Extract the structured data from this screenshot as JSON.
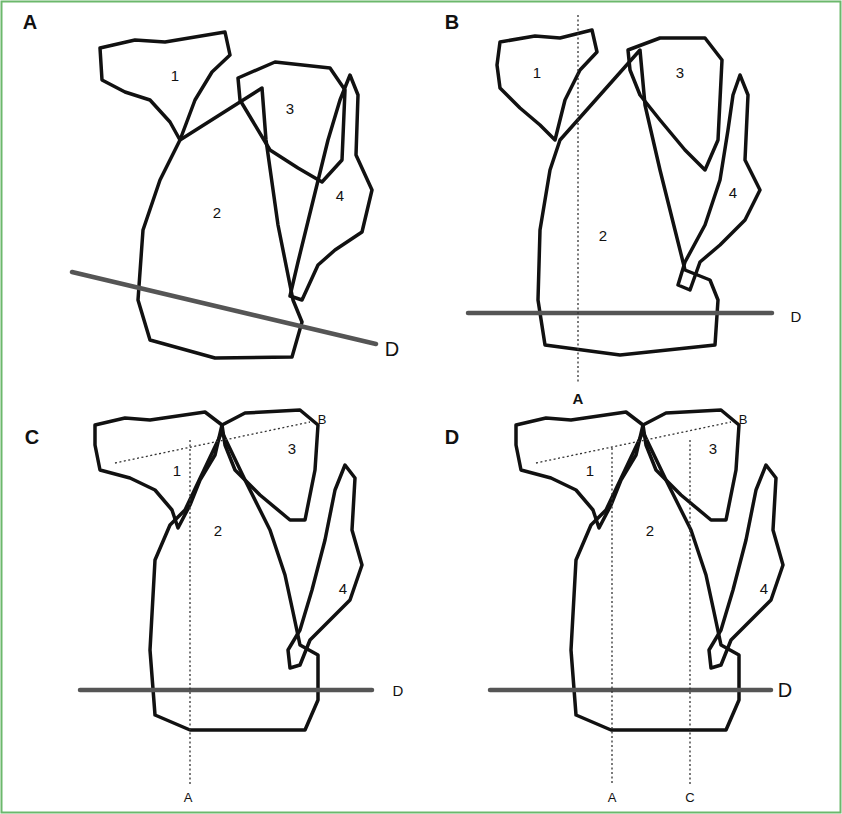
{
  "diagram": {
    "labels": [
      "A",
      "1",
      "3",
      "2",
      "4",
      "D",
      "B",
      "1",
      "3",
      "4",
      "2",
      "D",
      "A",
      "C",
      "B",
      "1",
      "3",
      "2",
      "4",
      "D",
      "A",
      "D",
      "B",
      "1",
      "3",
      "2",
      "4",
      "D",
      "A",
      "C"
    ]
  }
}
